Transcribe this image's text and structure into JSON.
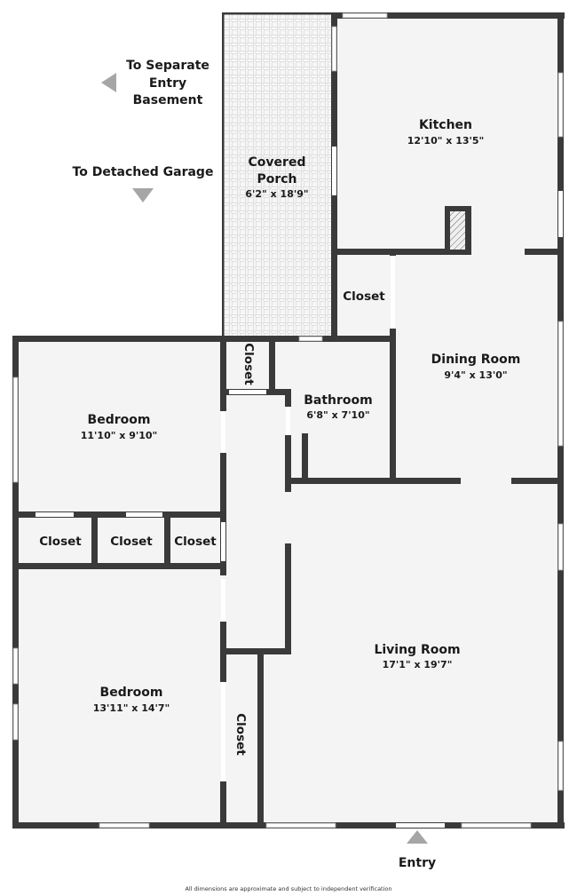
{
  "annotations": {
    "basement_arrow": {
      "label_lines": [
        "To Separate",
        "Entry",
        "Basement"
      ],
      "direction": "left",
      "icon": "triangle-left-icon"
    },
    "garage_arrow": {
      "label": "To Detached Garage",
      "direction": "down",
      "icon": "triangle-down-icon"
    },
    "entry_arrow": {
      "label": "Entry",
      "direction": "up",
      "icon": "triangle-up-icon"
    }
  },
  "rooms": {
    "kitchen": {
      "name": "Kitchen",
      "dimensions": "12'10\" x 13'5\""
    },
    "covered_porch": {
      "name_lines": [
        "Covered",
        "Porch"
      ],
      "dimensions": "6'2\" x 18'9\""
    },
    "closet_kitchen": {
      "name": "Closet"
    },
    "dining_room": {
      "name": "Dining Room",
      "dimensions": "9'4\" x 13'0\""
    },
    "closet_hall_top": {
      "name": "Closet"
    },
    "bathroom": {
      "name": "Bathroom",
      "dimensions": "6'8\" x 7'10\""
    },
    "bedroom_1": {
      "name": "Bedroom",
      "dimensions": "11'10\" x 9'10\""
    },
    "closet_1": {
      "name": "Closet"
    },
    "closet_2": {
      "name": "Closet"
    },
    "closet_3": {
      "name": "Closet"
    },
    "bedroom_2": {
      "name": "Bedroom",
      "dimensions": "13'11\" x 14'7\""
    },
    "closet_bedroom_2": {
      "name": "Closet"
    },
    "living_room": {
      "name": "Living Room",
      "dimensions": "17'1\" x 19'7\""
    }
  },
  "footer": {
    "disclaimer": "All dimensions are approximate and subject to independent verification"
  },
  "colors": {
    "wall": "#3a3a3a",
    "floor": "#f4f4f4",
    "arrow": "#a6a6a6",
    "porch_tile": "#dcdcdc",
    "text": "#1a1a1a"
  }
}
